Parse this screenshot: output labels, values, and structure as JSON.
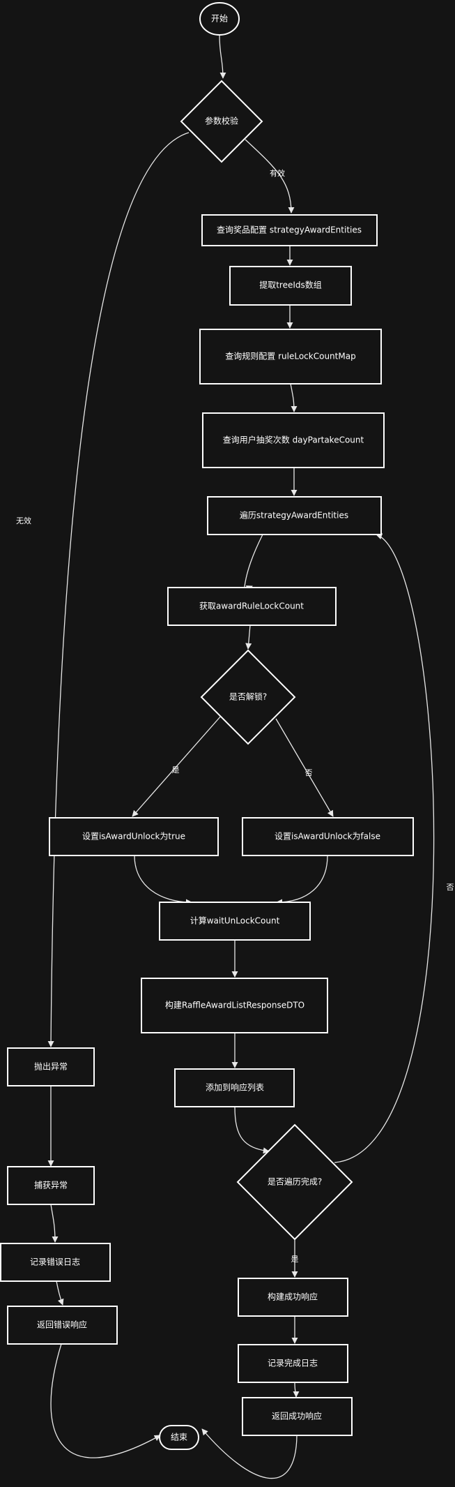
{
  "nodes": {
    "start": "开始",
    "validate": "参数校验",
    "query_award": "查询奖品配置 strategyAwardEntities",
    "extract_tree": "提取treeIds数组",
    "query_rule": "查询规则配置 ruleLockCountMap",
    "query_user": "查询用户抽奖次数 dayPartakeCount",
    "loop": "遍历strategyAwardEntities",
    "get_lock": "获取awardRuleLockCount",
    "unlock_q": "是否解锁?",
    "set_true": "设置isAwardUnlock为true",
    "set_false": "设置isAwardUnlock为false",
    "calc_wait": "计算waitUnLockCount",
    "build_dto": "构建RaffleAwardListResponseDTO",
    "add_list": "添加到响应列表",
    "done_q": "是否遍历完成?",
    "throw_ex": "抛出异常",
    "catch_ex": "捕获异常",
    "log_err": "记录错误日志",
    "ret_err": "返回错误响应",
    "build_ok": "构建成功响应",
    "log_done": "记录完成日志",
    "ret_ok": "返回成功响应",
    "end": "结束"
  },
  "edge_labels": {
    "valid": "有效",
    "invalid": "无效",
    "yes_unlock": "是",
    "no_unlock": "否",
    "no_done": "否",
    "yes_done": "是"
  }
}
